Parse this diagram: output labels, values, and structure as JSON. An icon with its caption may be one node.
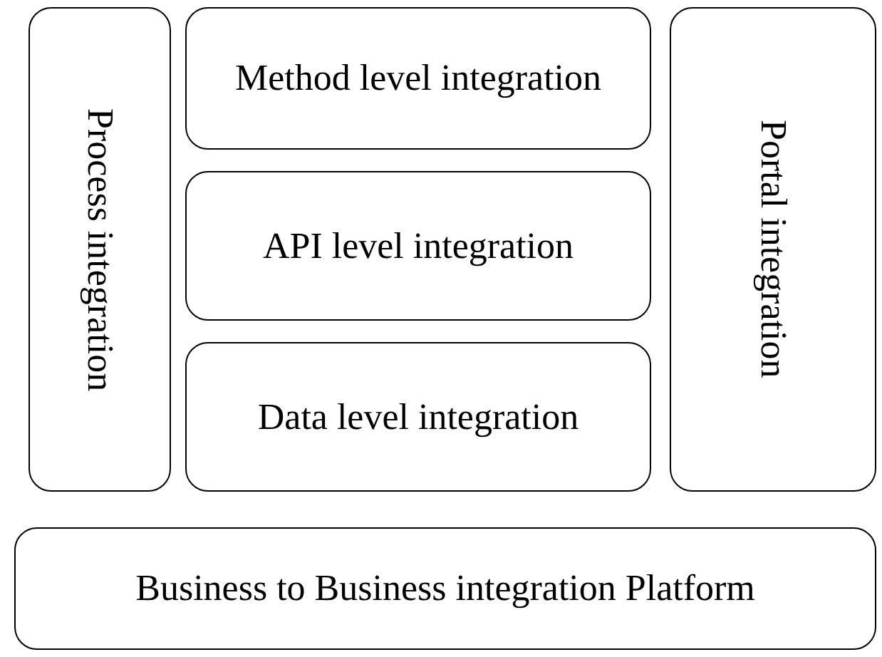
{
  "diagram": {
    "nodes": [
      {
        "text": [
          "Process integration"
        ]
      },
      {
        "text": [
          "Method level integration"
        ]
      },
      {
        "text": [
          "API level integration"
        ]
      },
      {
        "text": [
          "Data level integration"
        ]
      },
      {
        "text": [
          "Portal integration"
        ]
      },
      {
        "text": [
          "Business to Business integration Platform"
        ]
      }
    ]
  }
}
